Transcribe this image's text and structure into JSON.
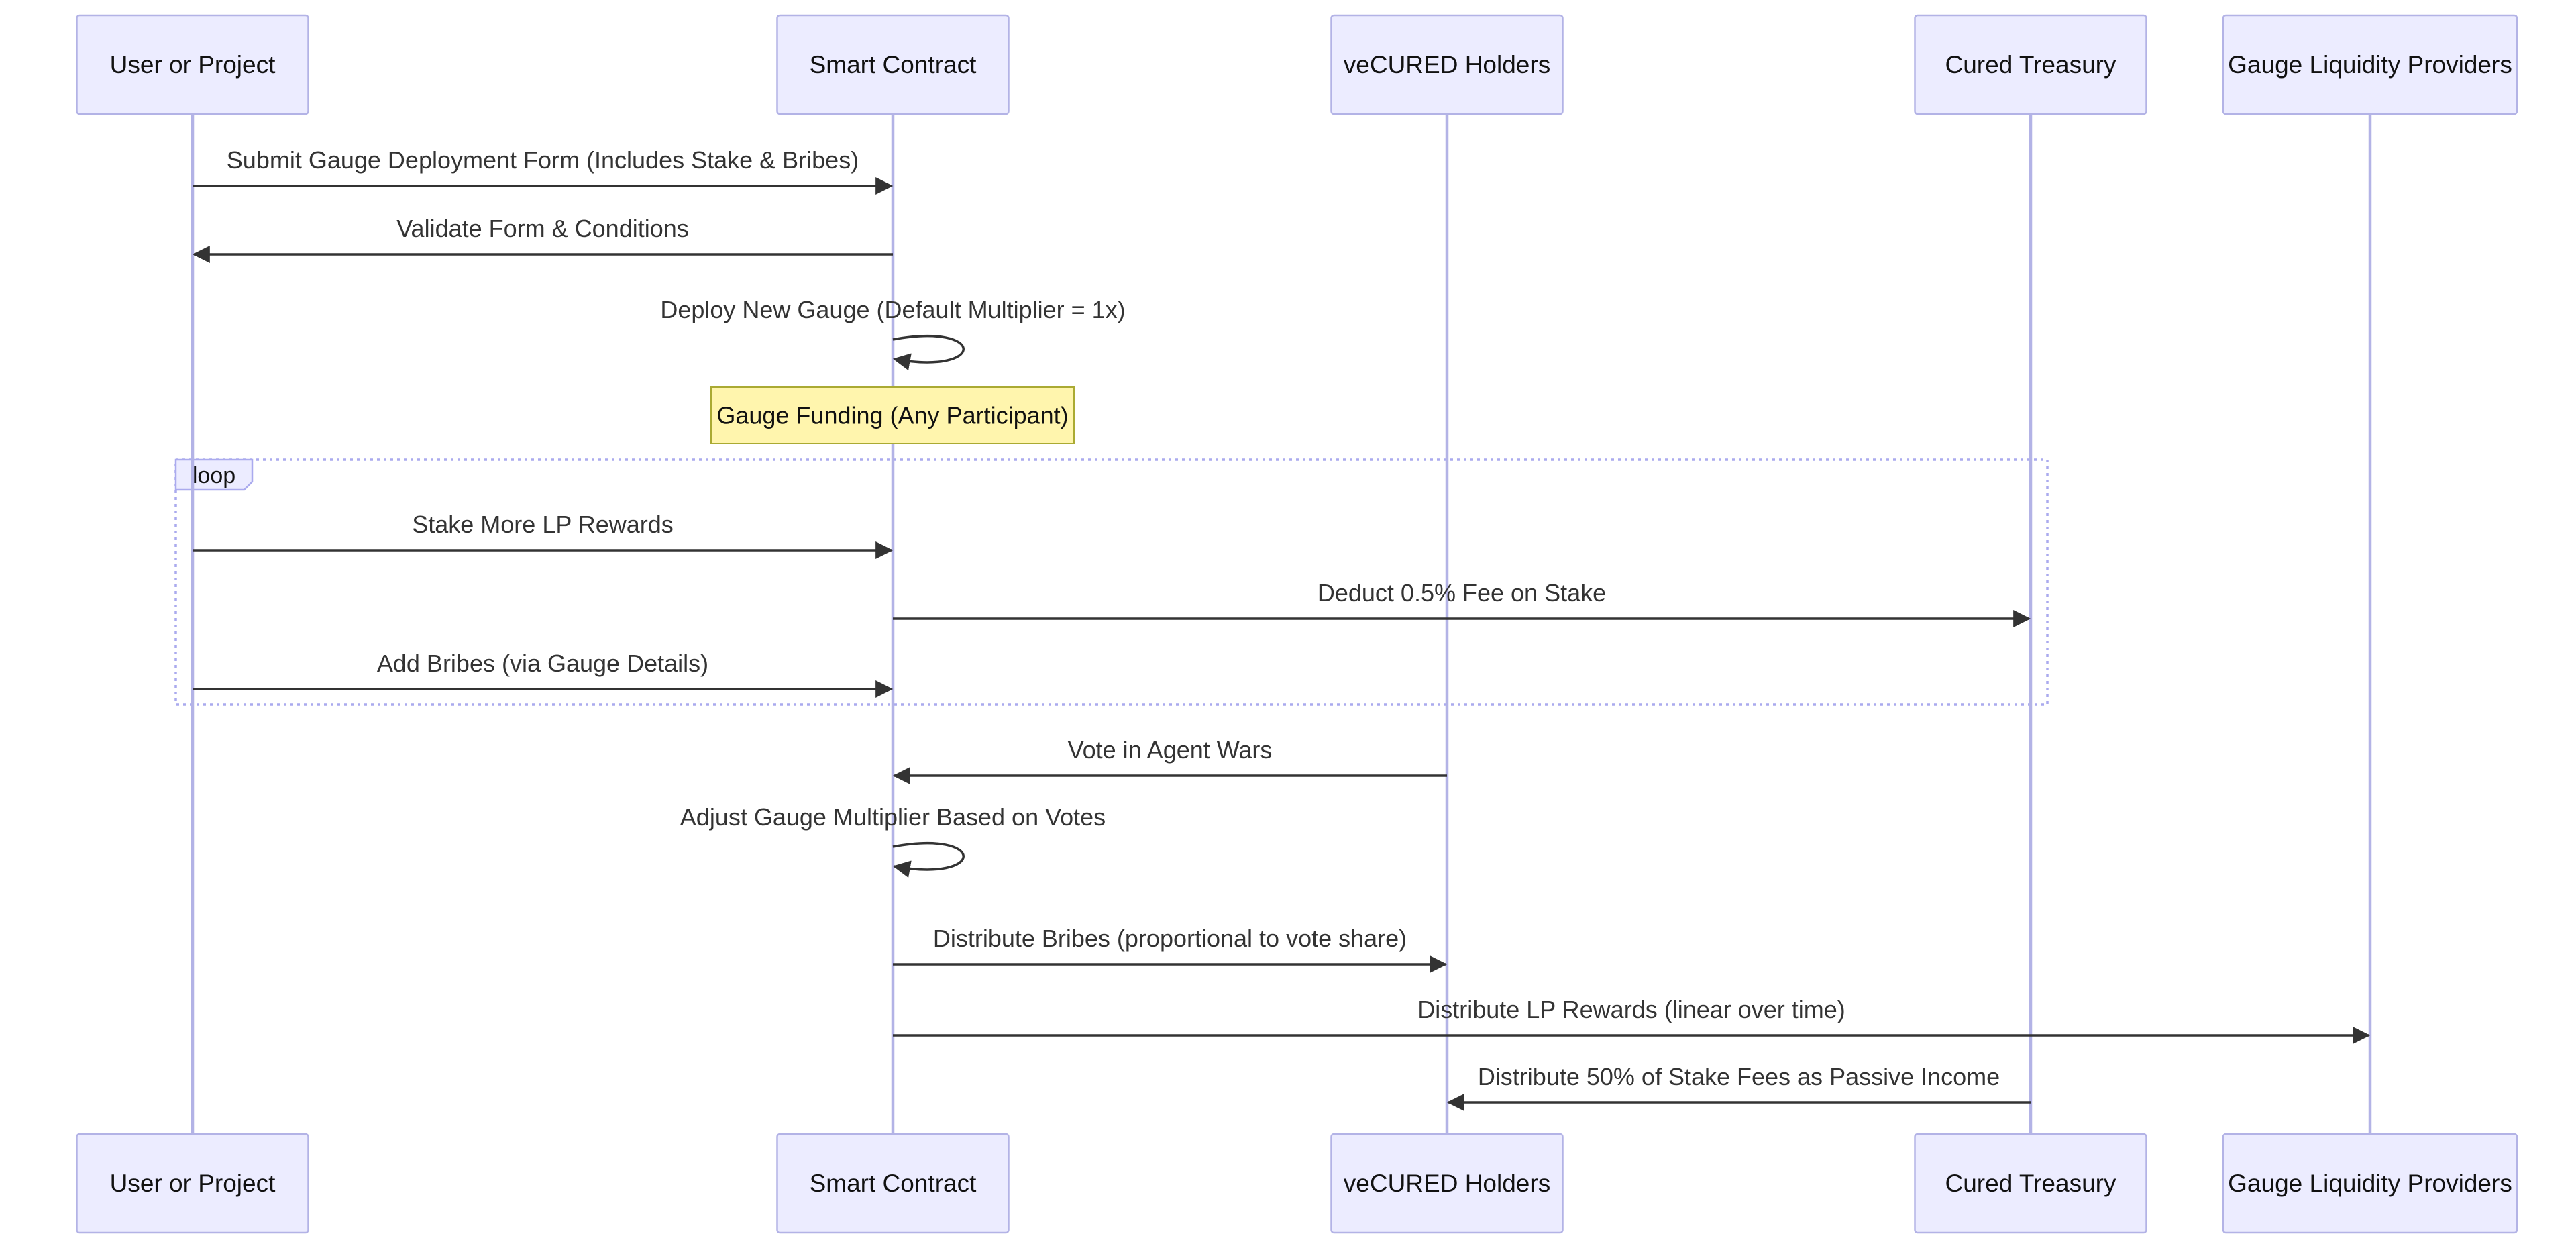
{
  "participants": [
    {
      "id": "user",
      "label": "User or Project"
    },
    {
      "id": "contract",
      "label": "Smart Contract"
    },
    {
      "id": "vecured",
      "label": "veCURED Holders"
    },
    {
      "id": "treasury",
      "label": "Cured Treasury"
    },
    {
      "id": "lps",
      "label": "Gauge Liquidity Providers"
    }
  ],
  "messages": [
    {
      "from": "user",
      "to": "contract",
      "label": "Submit Gauge Deployment Form (Includes Stake & Bribes)"
    },
    {
      "from": "contract",
      "to": "user",
      "label": "Validate Form & Conditions"
    },
    {
      "from": "contract",
      "to": "contract",
      "label": "Deploy New Gauge (Default Multiplier = 1x)"
    },
    {
      "from": "user",
      "to": "contract",
      "label": "Stake More LP Rewards"
    },
    {
      "from": "contract",
      "to": "treasury",
      "label": "Deduct 0.5% Fee on Stake"
    },
    {
      "from": "user",
      "to": "contract",
      "label": "Add Bribes (via Gauge Details)"
    },
    {
      "from": "vecured",
      "to": "contract",
      "label": "Vote in Agent Wars"
    },
    {
      "from": "contract",
      "to": "contract",
      "label": "Adjust Gauge Multiplier Based on Votes"
    },
    {
      "from": "contract",
      "to": "vecured",
      "label": "Distribute Bribes (proportional to vote share)"
    },
    {
      "from": "contract",
      "to": "lps",
      "label": "Distribute LP Rewards (linear over time)"
    },
    {
      "from": "treasury",
      "to": "vecured",
      "label": "Distribute 50% of Stake Fees as Passive Income"
    }
  ],
  "note": {
    "over": "contract",
    "label": "Gauge Funding (Any Participant)"
  },
  "loop": {
    "label": "loop",
    "messages_from": 3,
    "messages_to": 5
  },
  "colors": {
    "actor_fill": "#ececff",
    "actor_border": "#b3b3e6",
    "lifeline": "#b3b3e6",
    "message": "#333333",
    "note_fill": "#fff5ad",
    "note_border": "#aaaa33",
    "loop_border": "#aaaaee"
  }
}
